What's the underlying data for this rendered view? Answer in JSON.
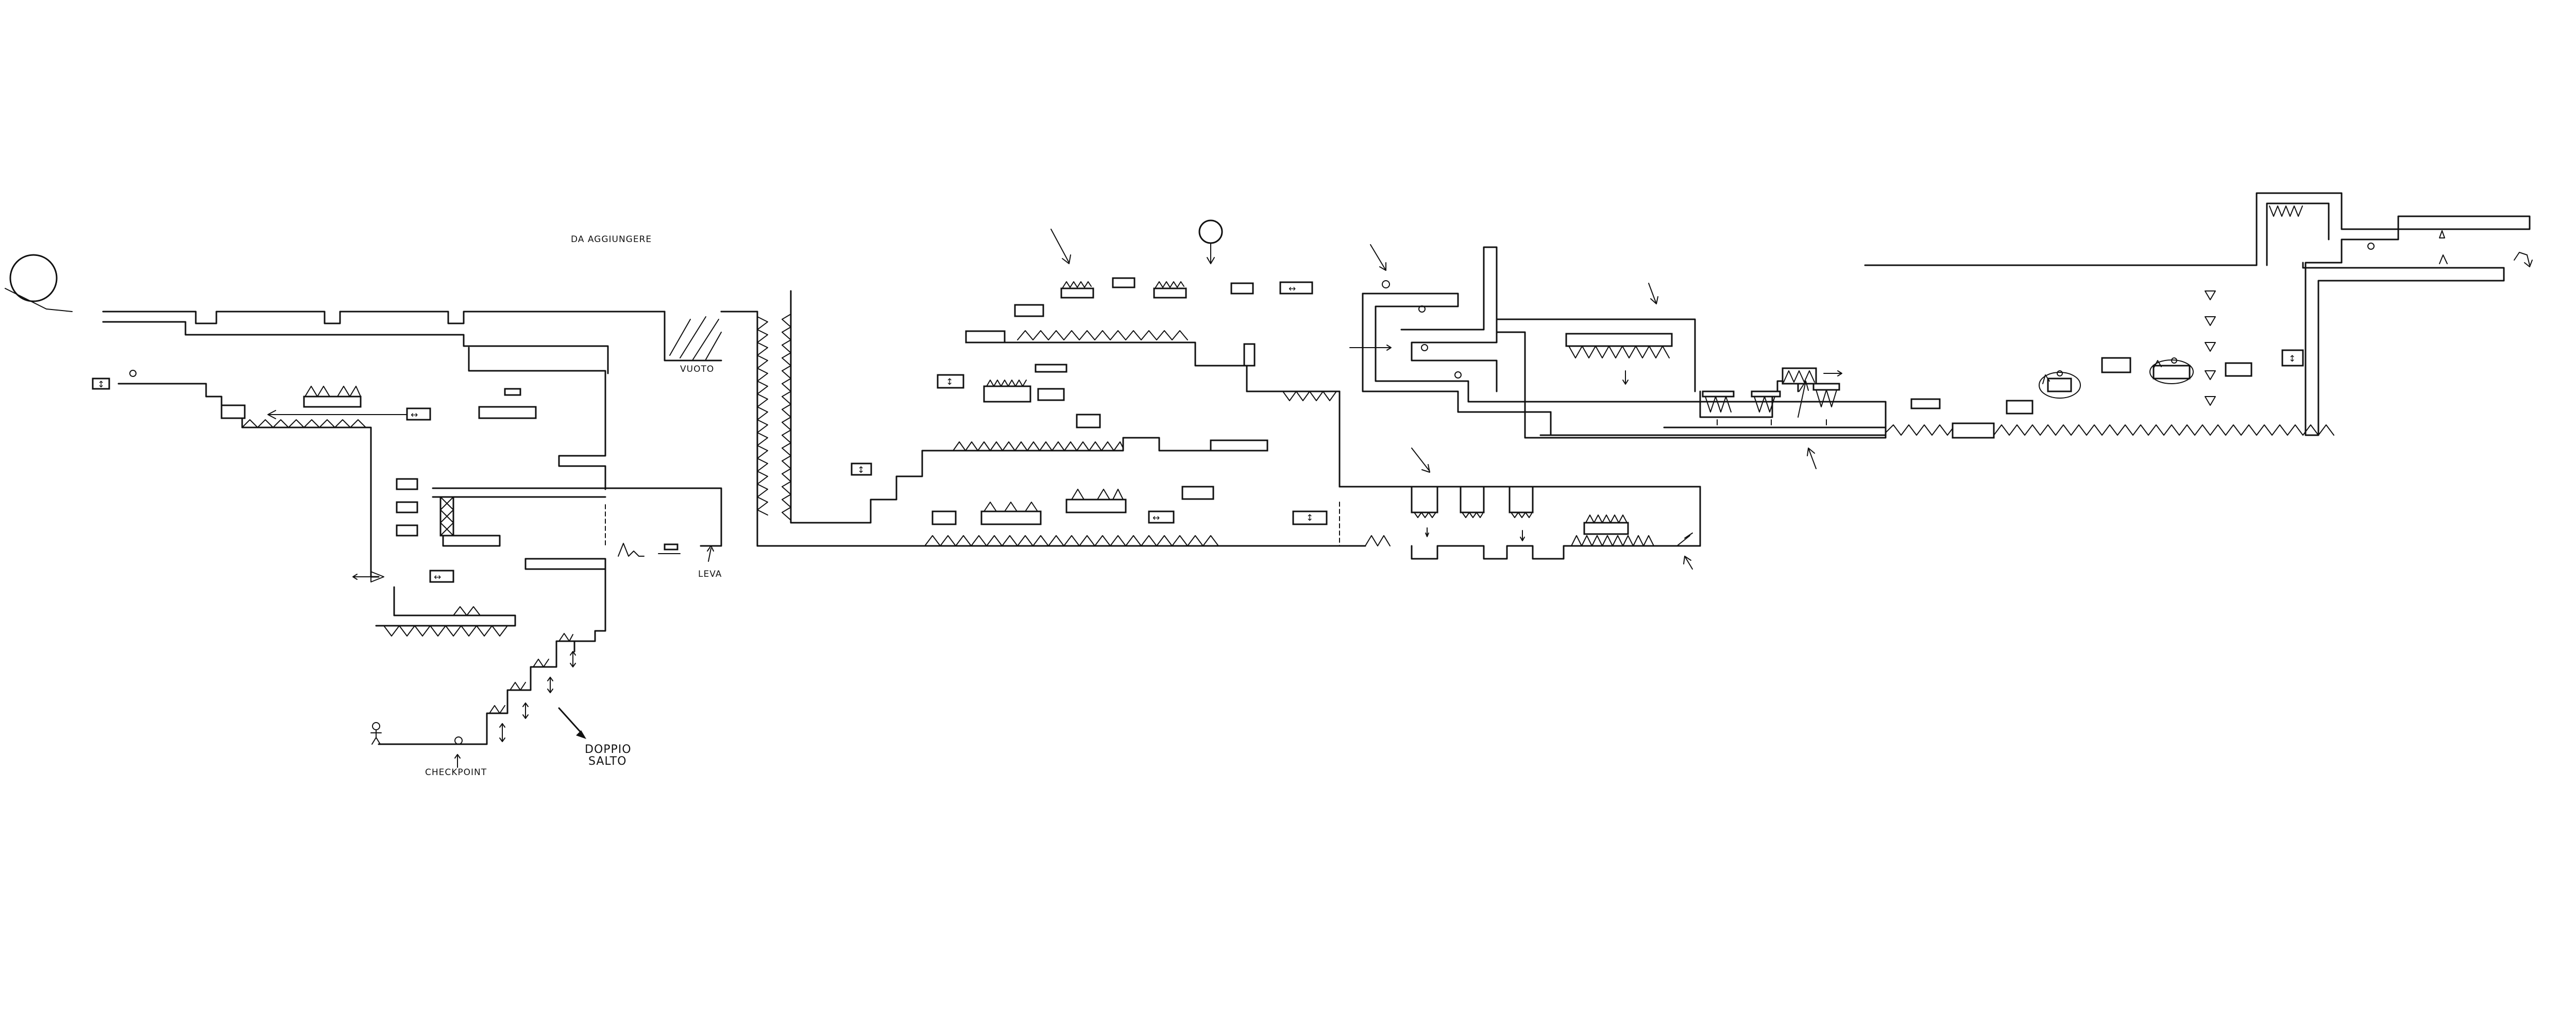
{
  "labels": {
    "da_aggiungere": "DA AGGIUNGERE",
    "vuoto": "VUOTO",
    "leva": "LEVA",
    "checkpoint": "CHECKPOINT",
    "doppio_salto_1": "DOPPIO",
    "doppio_salto_2": "SALTO"
  },
  "icons": {
    "horizontal_platform": "↔",
    "vertical_platform": "↕",
    "down_arrow": "↓",
    "right_arrow": "→"
  },
  "colors": {
    "ink": "#111111",
    "paper": "#ffffff"
  }
}
